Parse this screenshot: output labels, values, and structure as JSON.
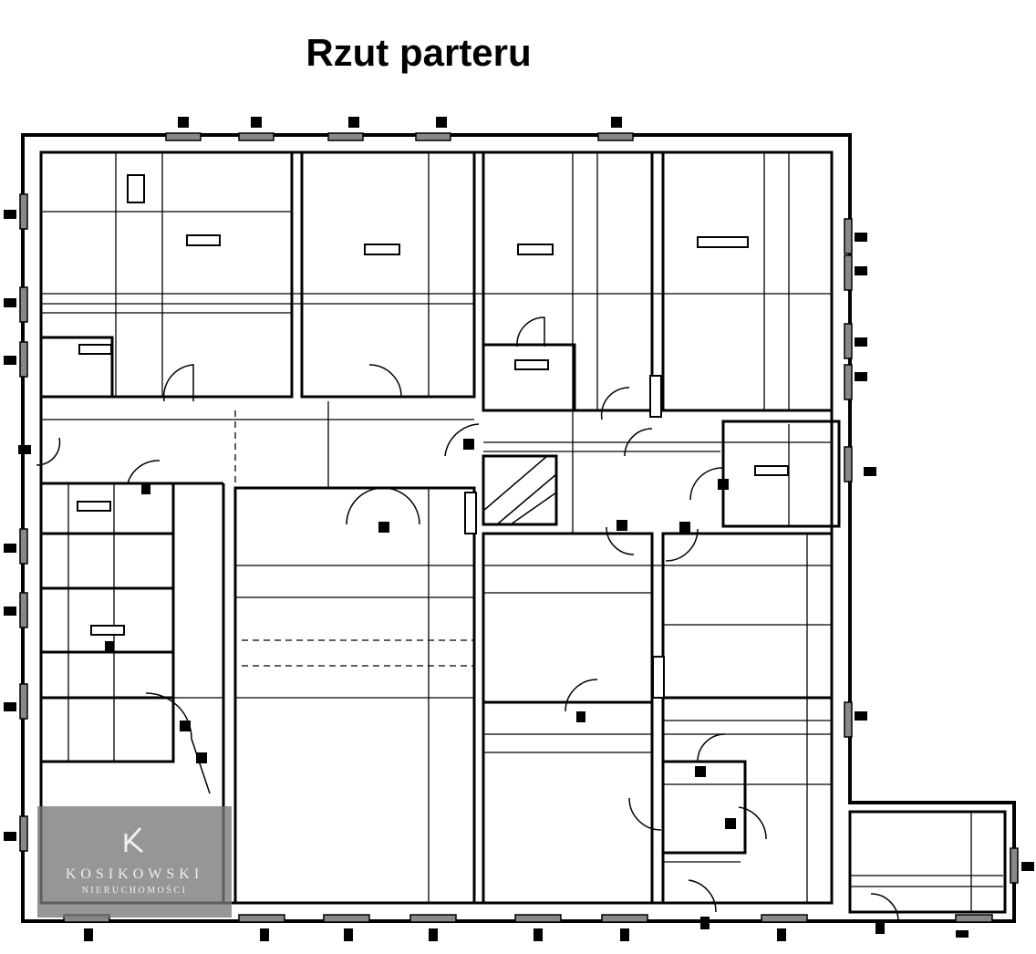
{
  "title": "Rzut parteru",
  "watermark": {
    "brand": "KOSIKOWSKI",
    "subtitle": "NIERUCHOMOŚCI",
    "logo_letter": "K"
  }
}
